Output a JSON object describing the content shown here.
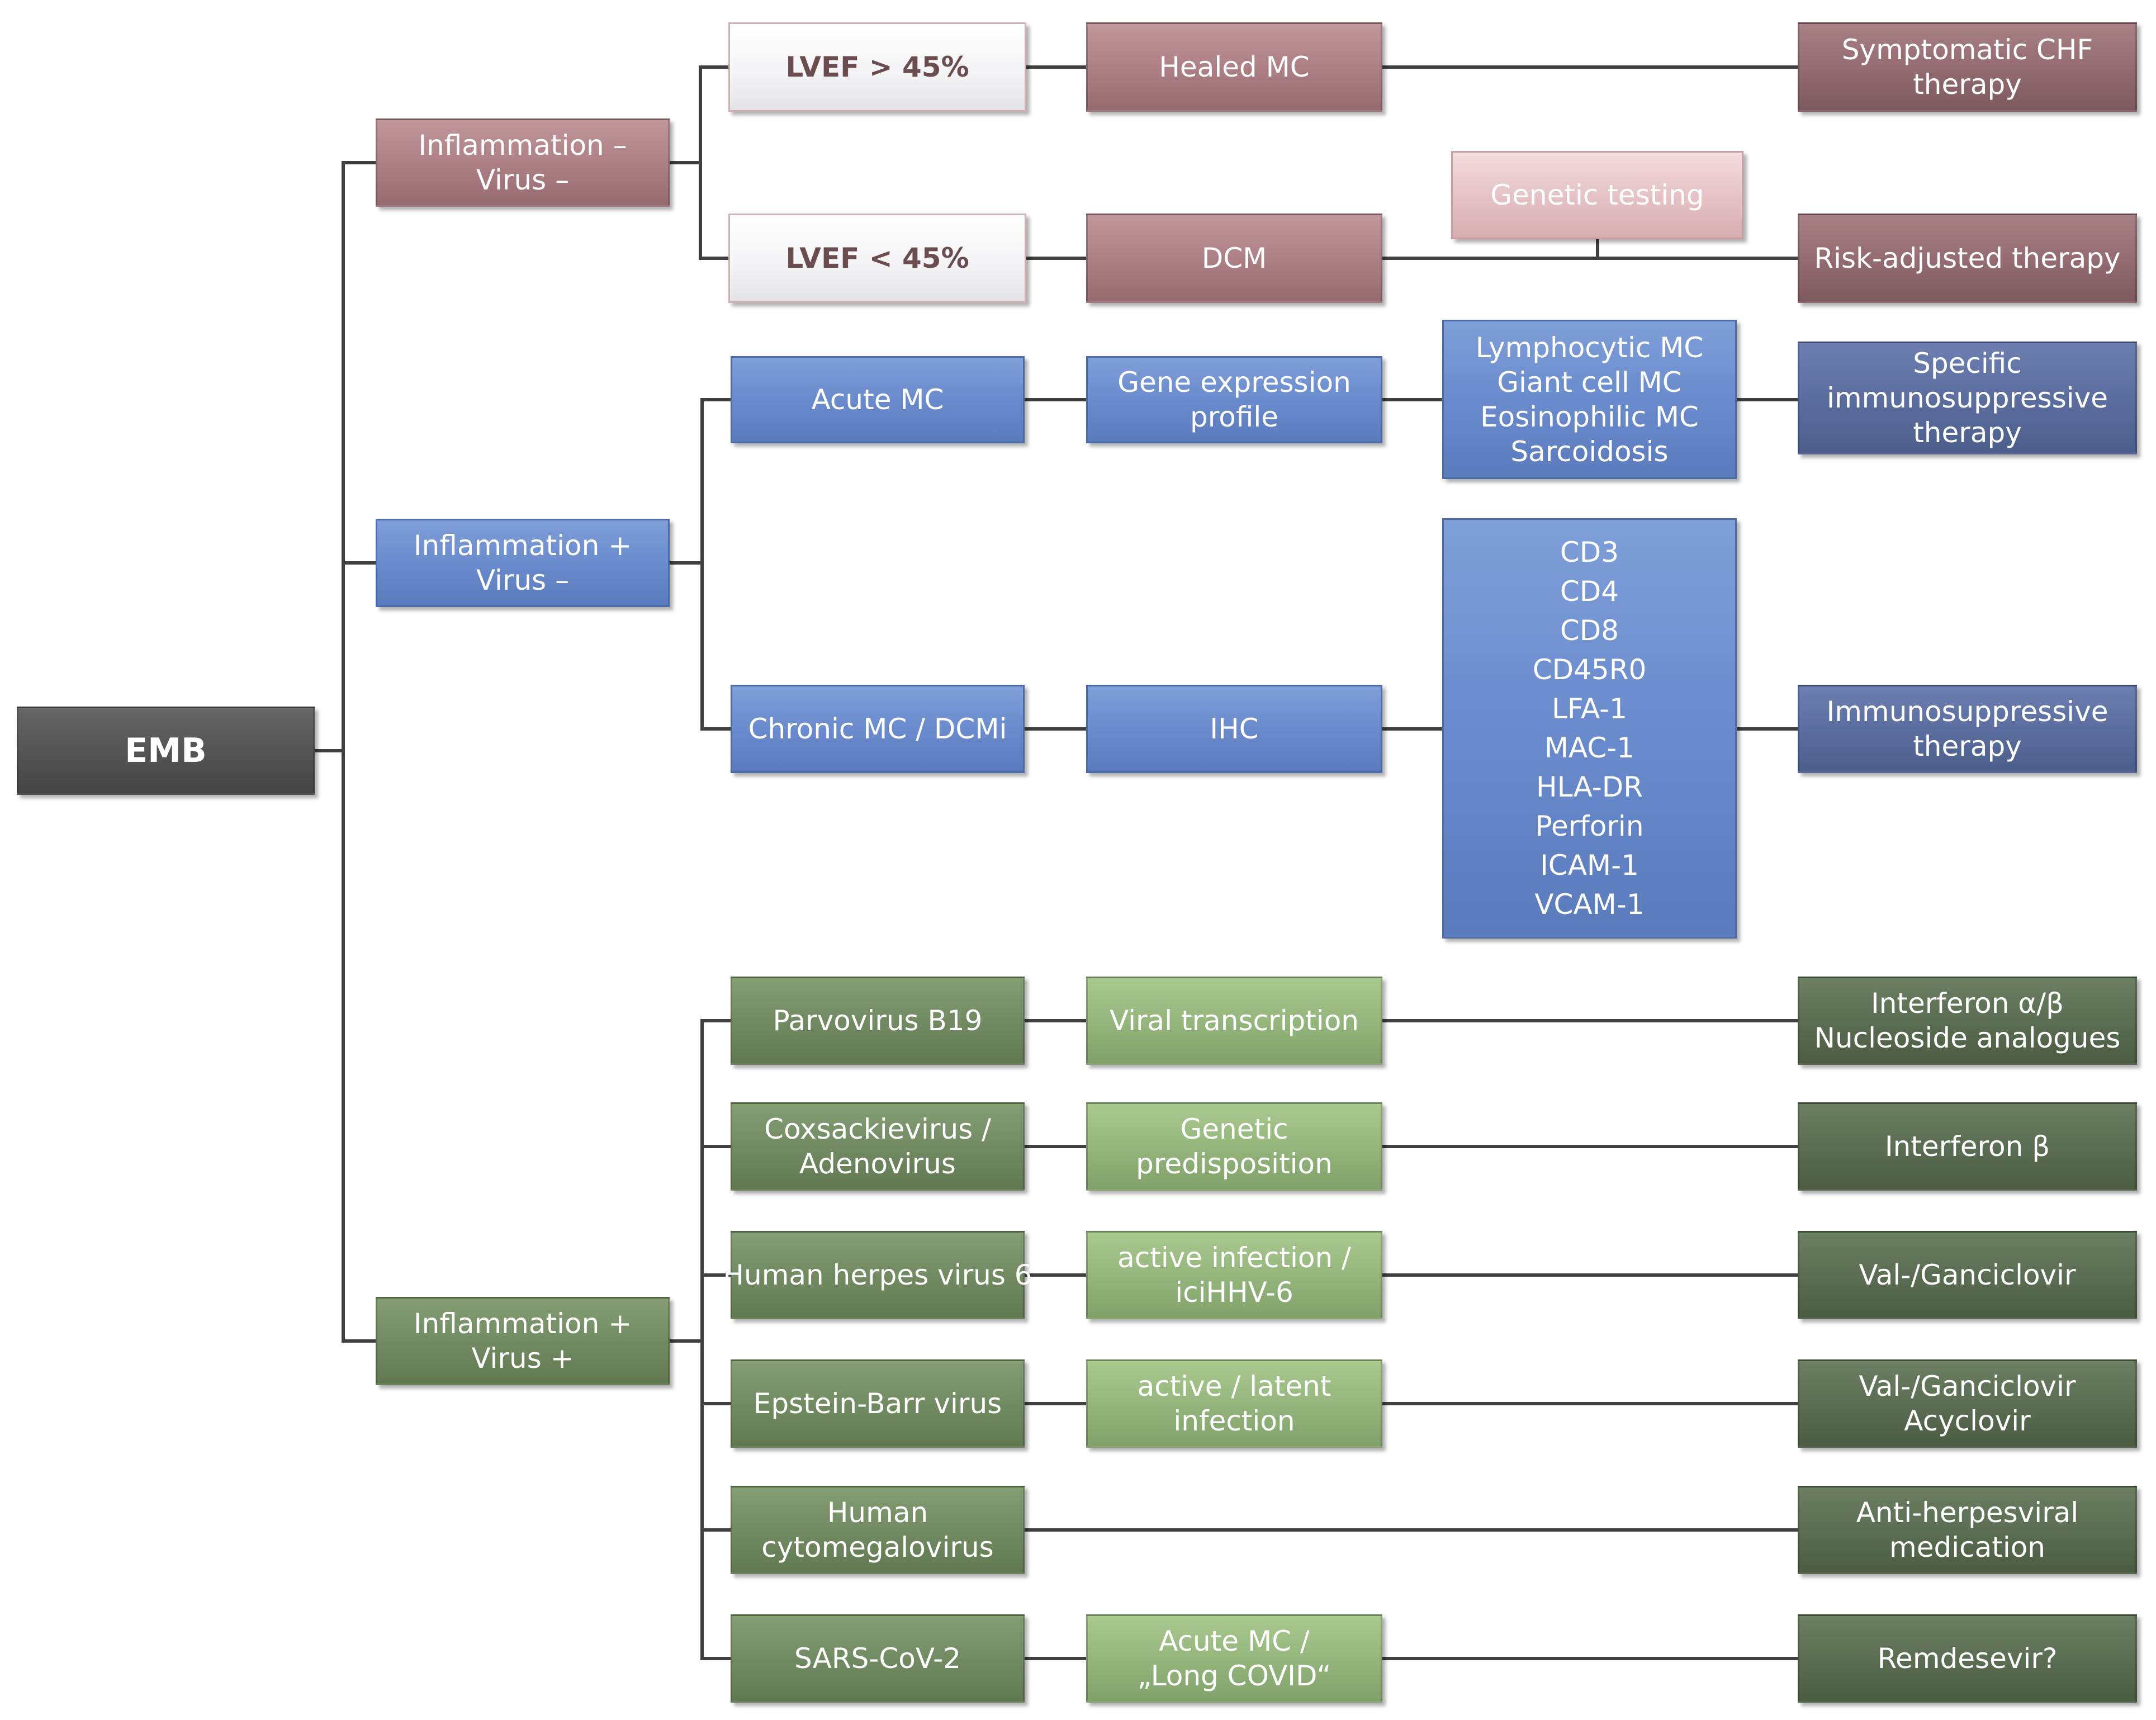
{
  "root": {
    "label": "EMB"
  },
  "branches": [
    {
      "group": [
        "Inflammation –",
        "Virus –"
      ],
      "paths": [
        {
          "finding": [
            "LVEF > 45%"
          ],
          "diagnosis": [
            "Healed MC"
          ],
          "therapy": [
            "Symptomatic CHF",
            "therapy"
          ]
        },
        {
          "finding": [
            "LVEF < 45%"
          ],
          "diagnosis": [
            "DCM"
          ],
          "annotation": [
            "Genetic testing"
          ],
          "therapy": [
            "Risk-adjusted therapy"
          ]
        }
      ]
    },
    {
      "group": [
        "Inflammation +",
        "Virus –"
      ],
      "paths": [
        {
          "finding": [
            "Acute MC"
          ],
          "method": [
            "Gene expression",
            "profile"
          ],
          "result": [
            "Lymphocytic MC",
            "Giant cell MC",
            "Eosinophilic MC",
            "Sarcoidosis"
          ],
          "therapy": [
            "Specific",
            "immunosuppressive",
            "therapy"
          ]
        },
        {
          "finding": [
            "Chronic MC / DCMi"
          ],
          "method": [
            "IHC"
          ],
          "result": [
            "CD3",
            "CD4",
            "CD8",
            "CD45R0",
            "LFA-1",
            "MAC-1",
            "HLA-DR",
            "Perforin",
            "ICAM-1",
            "VCAM-1"
          ],
          "therapy": [
            "Immunosuppressive",
            "therapy"
          ]
        }
      ]
    },
    {
      "group": [
        "Inflammation +",
        "Virus +"
      ],
      "paths": [
        {
          "virus": [
            "Parvovirus B19"
          ],
          "assessment": [
            "Viral transcription"
          ],
          "therapy": [
            "Interferon α/β",
            "Nucleoside analogues"
          ]
        },
        {
          "virus": [
            "Coxsackievirus /",
            "Adenovirus"
          ],
          "assessment": [
            "Genetic",
            "predisposition"
          ],
          "therapy": [
            "Interferon β"
          ]
        },
        {
          "virus": [
            "Human herpes virus 6"
          ],
          "assessment": [
            "active infection /",
            "iciHHV-6"
          ],
          "therapy": [
            "Val-/Ganciclovir"
          ]
        },
        {
          "virus": [
            "Epstein-Barr virus"
          ],
          "assessment": [
            "active / latent",
            "infection"
          ],
          "therapy": [
            "Val-/Ganciclovir",
            "Acyclovir"
          ]
        },
        {
          "virus": [
            "Human",
            "cytomegalovirus"
          ],
          "therapy": [
            "Anti-herpesviral",
            "medication"
          ]
        },
        {
          "virus": [
            "SARS-CoV-2"
          ],
          "assessment": [
            "Acute MC /",
            "„Long COVID“"
          ],
          "therapy": [
            "Remdesevir?"
          ]
        }
      ]
    }
  ],
  "colors": {
    "root": "#555555",
    "no_inflammation": "#ad8085",
    "no_inflammation_dark": "#946c71",
    "genetic_testing": "#e6c3c6",
    "inflammation_virus_negative": "#6a8bcd",
    "inflammation_virus_negative_dark": "#5b6e9f",
    "inflammation_virus_positive": "#728b62",
    "inflammation_virus_positive_light": "#95b67c",
    "inflammation_virus_positive_dark": "#5b6d52",
    "connector": "#404040"
  }
}
